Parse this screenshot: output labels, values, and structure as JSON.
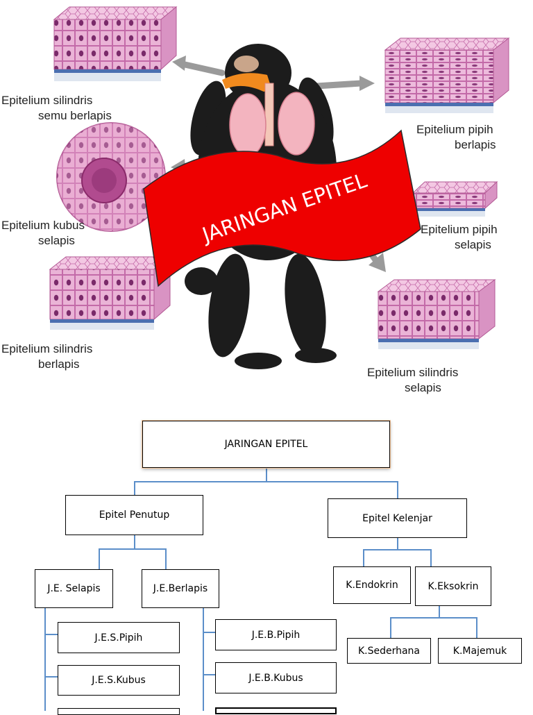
{
  "illustration": {
    "banner_text": "JARINGAN EPITEL",
    "labels": {
      "silindris_semu_l1": "Epitelium silindris",
      "silindris_semu_l2": "semu berlapis",
      "kubus_selapis_l1": "Epitelium kubus",
      "kubus_selapis_l2": "selapis",
      "silindris_berlapis_l1": "Epitelium silindris",
      "silindris_berlapis_l2": "berlapis",
      "pipih_berlapis_l1": "Epitelium pipih",
      "pipih_berlapis_l2": "berlapis",
      "pipih_selapis_l1": "Epitelium pipih",
      "pipih_selapis_l2": "selapis",
      "silindris_selapis_l1": "Epitelium silindris",
      "silindris_selapis_l2": "selapis"
    }
  },
  "chart": {
    "root": "JARINGAN EPITEL",
    "penutup": "Epitel Penutup",
    "kelenjar": "Epitel Kelenjar",
    "selapis": "J.E. Selapis",
    "berlapis": "J.E.Berlapis",
    "endokrin": "K.Endokrin",
    "eksokrin": "K.Eksokrin",
    "jes_pipih": "J.E.S.Pipih",
    "jes_kubus": "J.E.S.Kubus",
    "jeb_pipih": "J.E.B.Pipih",
    "jeb_kubus": "J.E.B.Kubus",
    "sederhana": "K.Sederhana",
    "majemuk": "K.Majemuk"
  },
  "colors": {
    "banner_red": "#ee0000",
    "connector_blue": "#5b8ec9",
    "tissue_pink": "#e9a6cf",
    "nucleus_purple": "#7a2a6a",
    "animal_black": "#1a1a1a"
  }
}
